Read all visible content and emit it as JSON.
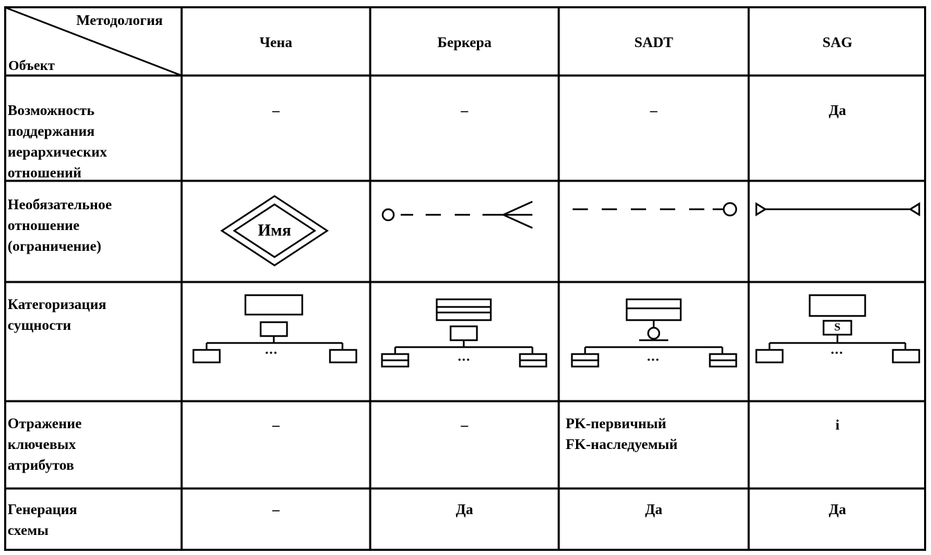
{
  "header": {
    "corner_top": "Методология",
    "corner_bottom": "Объект",
    "columns": [
      "Чена",
      "Беркера",
      "SADT",
      "SAG"
    ]
  },
  "rows": [
    {
      "label": [
        "Возможность",
        "поддержания",
        "иерархических",
        "отношений"
      ],
      "cells": [
        "–",
        "–",
        "–",
        "Да"
      ]
    },
    {
      "label": [
        "Необязательное",
        "отношение",
        "(ограничение)"
      ],
      "chen_diamond_label": "Имя"
    },
    {
      "label": [
        "Категоризация",
        "сущности"
      ],
      "ellipsis": "•••",
      "sag_marker": "S"
    },
    {
      "label": [
        "Отражение",
        "ключевых",
        "атрибутов"
      ],
      "cells": [
        "–",
        "–",
        "",
        "i"
      ],
      "sadt_lines": [
        "PK-первичный",
        "FK-наследуемый"
      ]
    },
    {
      "label": [
        "Генерация",
        "схемы"
      ],
      "cells": [
        "–",
        "Да",
        "Да",
        "Да"
      ]
    }
  ]
}
